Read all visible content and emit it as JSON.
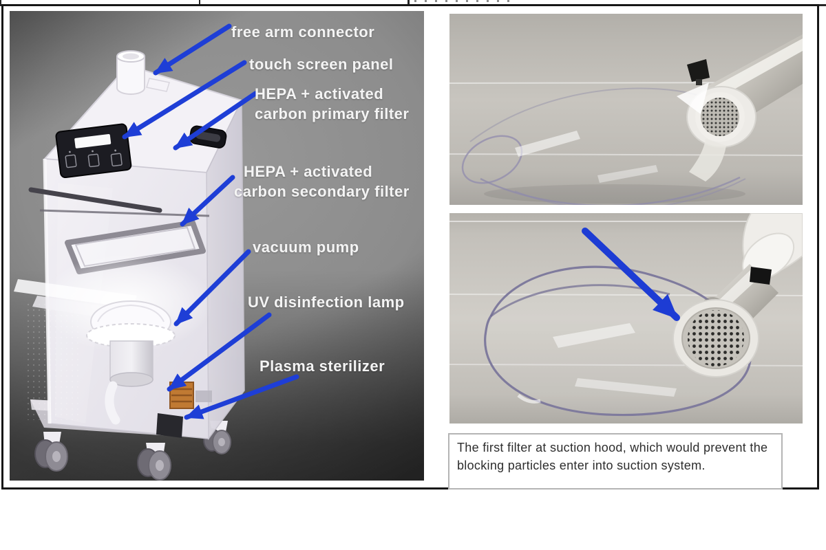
{
  "figure": {
    "labels": {
      "free_arm": "free arm connector",
      "touch_screen": "touch screen panel",
      "hepa_primary_1": "HEPA + activated",
      "hepa_primary_2": "carbon primary filter",
      "hepa_secondary_1": "HEPA + activated",
      "hepa_secondary_2": "carbon secondary filter",
      "vacuum_pump": "vacuum pump",
      "uv_lamp": "UV disinfection lamp",
      "plasma": "Plasma sterilizer"
    },
    "caption": "The first filter at suction hood, which would prevent the blocking particles enter into suction system.",
    "colors": {
      "arrow_blue": "#1e3ed6",
      "panel_gray": "#8c8c8c",
      "label_text": "#f4f4f4",
      "photo_background": "#c7c4be",
      "frame_border": "#161616",
      "sterilizer_orange": "#c07a33"
    }
  }
}
